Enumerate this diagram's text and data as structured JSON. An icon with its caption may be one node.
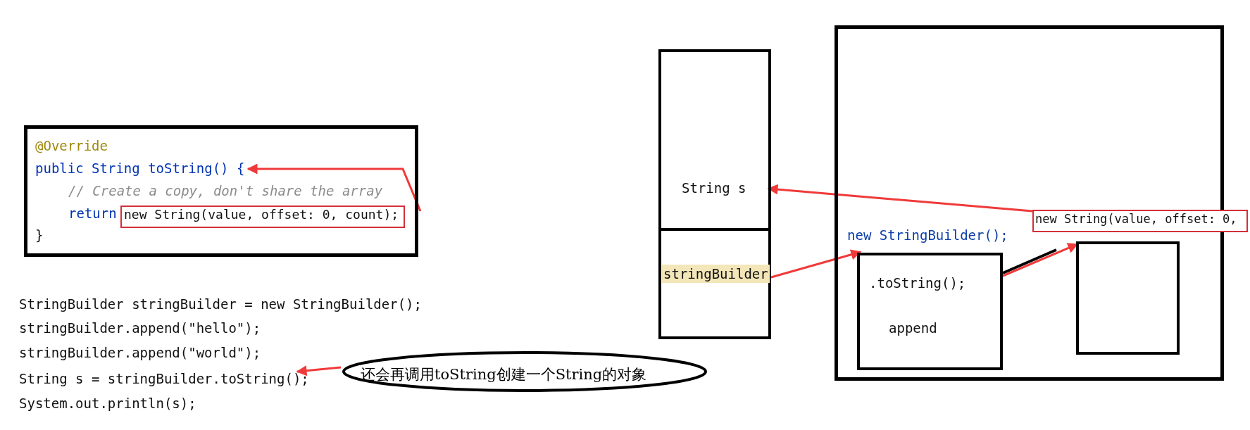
{
  "diagram": {
    "nodes": [
      {
        "text": [
          "@Override",
          "// Create a copy, don't share the array",
          "return",
          "}"
        ]
      },
      {
        "text": [
          "public String toString() {"
        ],
        "in": 0
      },
      {
        "text": [
          "new String(value, offset: 0, count);"
        ],
        "in": 0
      },
      {
        "text": [
          "String s = stringBuilder.toString();"
        ]
      },
      {
        "text": [
          "还会再调用toString创建一个String的对象"
        ]
      },
      {
        "text": [],
        "shape": "box"
      },
      {
        "text": [
          "String s"
        ],
        "in": 5
      },
      {
        "text": [
          "stringBuilder"
        ],
        "in": 5
      },
      {
        "text": [],
        "shape": "box"
      },
      {
        "text": [
          "new String(value, offset: 0,"
        ]
      },
      {
        "text": [
          "new StringBuilder();",
          ".toString();",
          "append"
        ],
        "in": 8
      },
      {
        "text": [],
        "shape": "box",
        "in": 8
      }
    ],
    "edges": [
      {
        "from": 2,
        "to": 1,
        "arrow": "to"
      },
      {
        "from": 4,
        "to": 3,
        "arrow": "to"
      },
      {
        "from": 9,
        "to": 6,
        "arrow": "to"
      },
      {
        "from": 7,
        "to": 10,
        "arrow": "to"
      },
      {
        "from": 10,
        "to": 11,
        "arrow": "to"
      }
    ],
    "labels": [
      "StringBuilder stringBuilder = new StringBuilder();",
      "stringBuilder.append(\"hello\");",
      "stringBuilder.append(\"world\");",
      "System.out.println(s);"
    ]
  }
}
